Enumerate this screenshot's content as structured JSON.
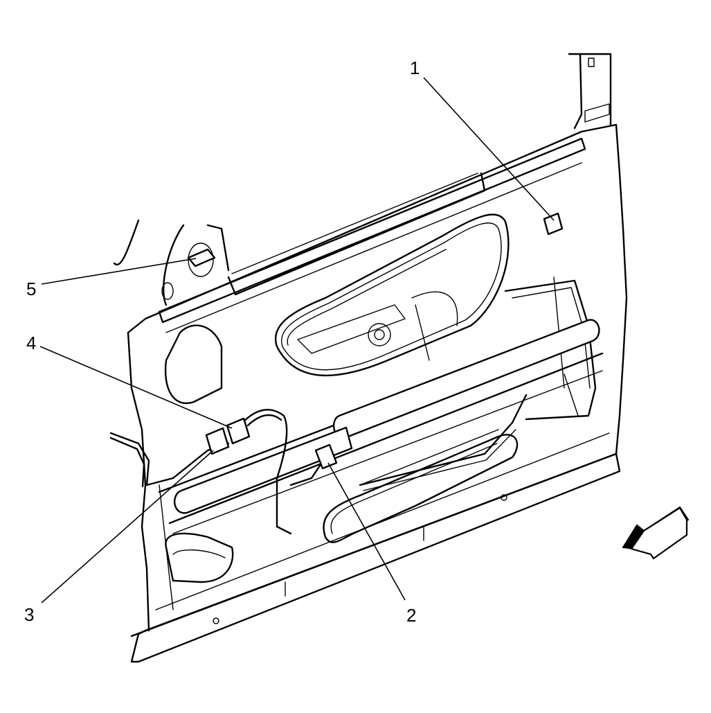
{
  "callouts": [
    {
      "id": "1",
      "label": "1"
    },
    {
      "id": "2",
      "label": "2"
    },
    {
      "id": "3",
      "label": "3"
    },
    {
      "id": "4",
      "label": "4"
    },
    {
      "id": "5",
      "label": "5"
    }
  ],
  "view_arrow": {
    "icon": "view-direction-arrow-icon"
  },
  "colors": {
    "line": "#000000",
    "background": "#ffffff"
  }
}
